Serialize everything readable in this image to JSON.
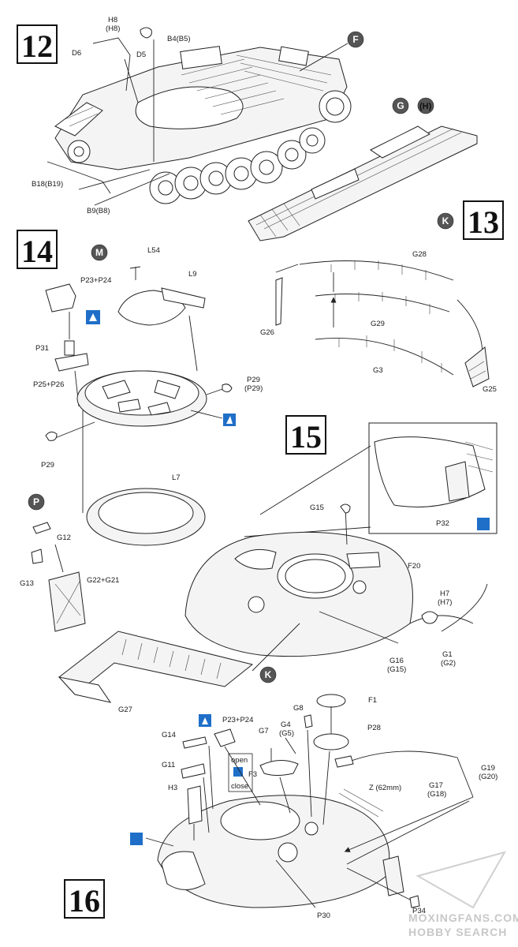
{
  "steps": {
    "s12": "12",
    "s13": "13",
    "s14": "14",
    "s15": "15",
    "s16": "16"
  },
  "sprues": {
    "F": "F",
    "G": "G",
    "H": "(H)",
    "K": "K",
    "M": "M",
    "P": "P"
  },
  "labels": {
    "step12": {
      "h8": "H8",
      "h8b": "(H8)",
      "d6": "D6",
      "d5": "D5",
      "b4": "B4(B5)",
      "b18": "B18(B19)",
      "b9": "B9(B8)"
    },
    "step13": {
      "g28": "G28",
      "g26": "G26",
      "g29": "G29",
      "g3": "G3",
      "g25": "G25"
    },
    "step14": {
      "l54": "L54",
      "l9": "L9",
      "p23p24": "P23+P24",
      "p31": "P31",
      "p25p26": "P25+P26",
      "p29a": "P29",
      "p29b": "(P29)",
      "p29c": "P29",
      "l7": "L7",
      "g12": "G12",
      "g13": "G13",
      "g22g21": "G22+G21"
    },
    "step15": {
      "g15": "G15",
      "p32": "P32",
      "f20": "F20",
      "h7": "H7",
      "h7b": "(H7)",
      "g16": "G16",
      "g16b": "(G15)",
      "g1": "G1",
      "g1b": "(G2)",
      "g27": "G27"
    },
    "step16": {
      "g8": "G8",
      "f1": "F1",
      "p23p24": "P23+P24",
      "g14": "G14",
      "g7": "G7",
      "g4": "G4",
      "g4b": "(G5)",
      "p28": "P28",
      "open": "open",
      "close": "close",
      "f3": "F3",
      "g11": "G11",
      "z": "Z (62mm)",
      "g19": "G19",
      "g19b": "(G20)",
      "g17": "G17",
      "g17b": "(G18)",
      "h3": "H3",
      "p30": "P30",
      "p34": "P34"
    }
  },
  "watermark": {
    "site": "MOXINGFANS.COM",
    "brand": "HOBBY SEARCH"
  },
  "colors": {
    "line": "#222222",
    "sprue_marker": "#555555",
    "icon_blue": "#1f6fc8"
  }
}
